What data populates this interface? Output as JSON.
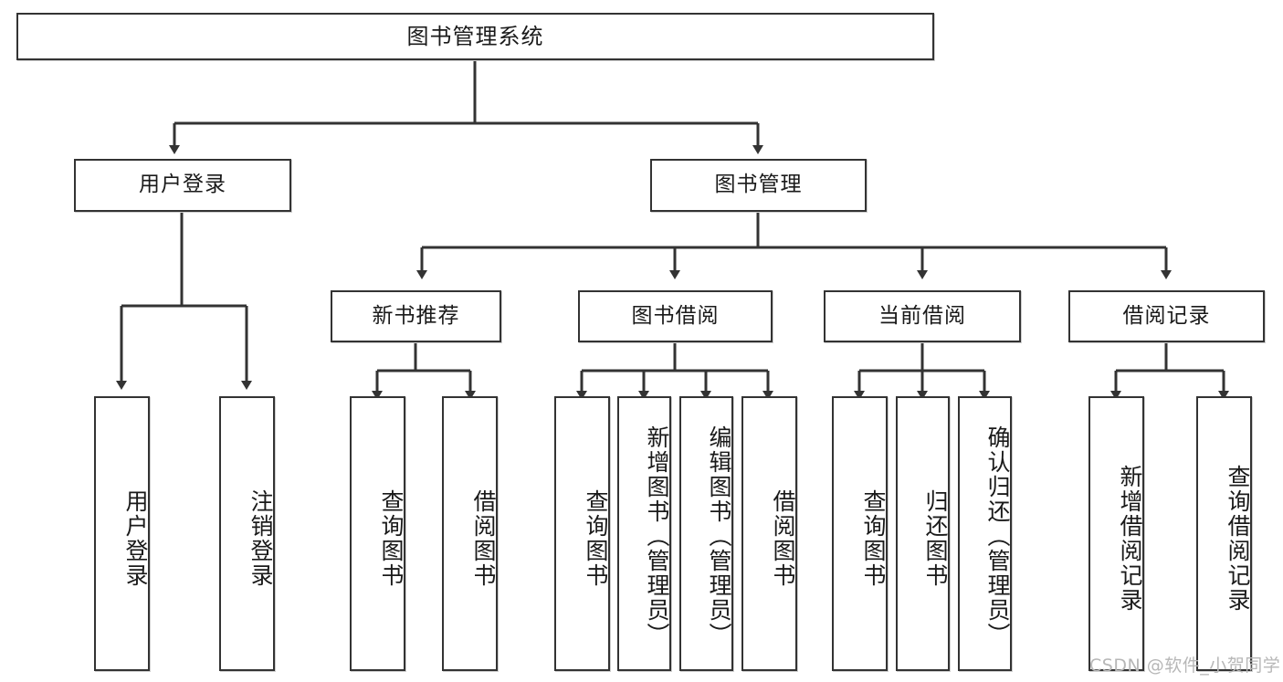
{
  "diagram": {
    "title": "图书管理系统",
    "type": "tree",
    "colors": {
      "box_border": "#333333",
      "box_fill": "#ffffff",
      "edge": "#333333",
      "text": "#1a1a1a",
      "watermark": "#b7b7b7",
      "background": "#ffffff"
    },
    "root": {
      "label": "图书管理系统"
    },
    "level1": [
      {
        "label": "用户登录"
      },
      {
        "label": "图书管理"
      }
    ],
    "level2": [
      {
        "label": "新书推荐"
      },
      {
        "label": "图书借阅"
      },
      {
        "label": "当前借阅"
      },
      {
        "label": "借阅记录"
      }
    ],
    "leaves": {
      "user_login": [
        {
          "label": "用户登录"
        },
        {
          "label": "注销登录"
        }
      ],
      "new_book": [
        {
          "label": "查询图书"
        },
        {
          "label": "借阅图书"
        }
      ],
      "book_borrow": [
        {
          "label": "查询图书"
        },
        {
          "label": "新增图书（管理员）"
        },
        {
          "label": "编辑图书（管理员）"
        },
        {
          "label": "借阅图书"
        }
      ],
      "current_borrow": [
        {
          "label": "查询图书"
        },
        {
          "label": "归还图书"
        },
        {
          "label": "确认归还（管理员）"
        }
      ],
      "borrow_record": [
        {
          "label": "新增借阅记录"
        },
        {
          "label": "查询借阅记录"
        }
      ]
    },
    "watermark": "CSDN @软件_小贺同学"
  }
}
